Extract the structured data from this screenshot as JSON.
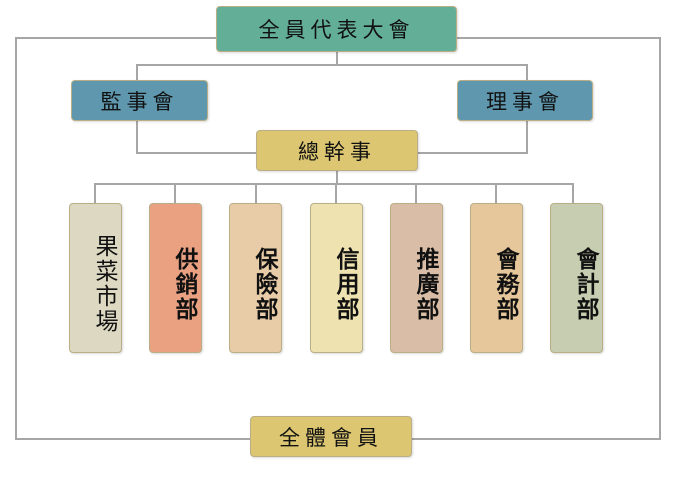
{
  "top": {
    "label": "全員代表大會",
    "color": "#62ae96"
  },
  "supervisors": {
    "label": "監事會",
    "color": "#5f98ae"
  },
  "directors": {
    "label": "理事會",
    "color": "#5f98ae"
  },
  "general_manager": {
    "label": "總幹事",
    "color": "#dcc672"
  },
  "departments": [
    {
      "label": "果菜市場",
      "color": "#dcd8c2"
    },
    {
      "label": "供銷部",
      "color": "#e9a182"
    },
    {
      "label": "保險部",
      "color": "#e8cca8"
    },
    {
      "label": "信用部",
      "color": "#eee3b0"
    },
    {
      "label": "推廣部",
      "color": "#d9bda6"
    },
    {
      "label": "會務部",
      "color": "#e6c79b"
    },
    {
      "label": "會計部",
      "color": "#c7cdb0"
    }
  ],
  "bottom": {
    "label": "全體會員",
    "color": "#dcc672"
  }
}
